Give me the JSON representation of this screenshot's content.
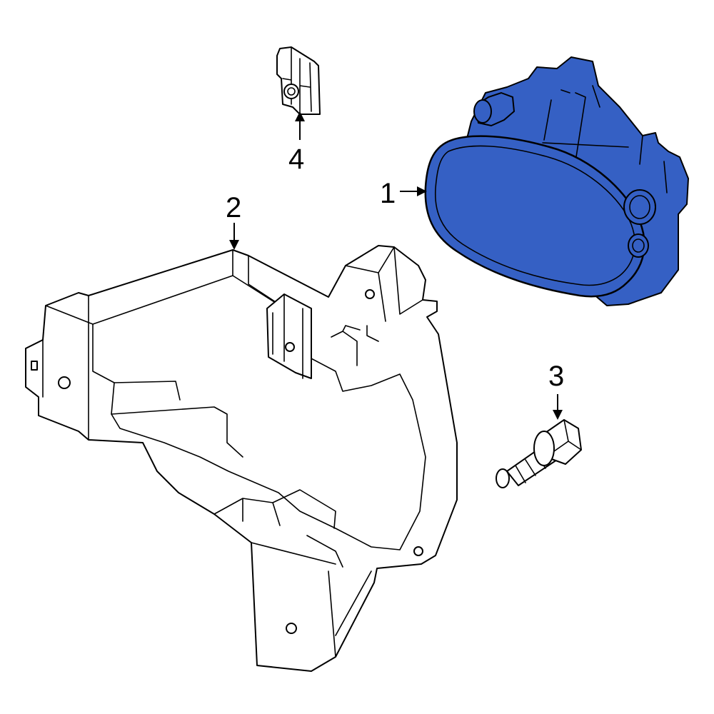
{
  "diagram": {
    "callouts": [
      {
        "id": "1",
        "label": "1"
      },
      {
        "id": "2",
        "label": "2"
      },
      {
        "id": "3",
        "label": "3"
      },
      {
        "id": "4",
        "label": "4"
      }
    ],
    "parts": [
      {
        "callout": "1",
        "name": "fog-lamp-assembly",
        "icon": "fog-lamp-icon",
        "highlight_color": "#3560C4"
      },
      {
        "callout": "2",
        "name": "mounting-bracket",
        "icon": "bracket-icon"
      },
      {
        "callout": "3",
        "name": "bolt",
        "icon": "bolt-icon"
      },
      {
        "callout": "4",
        "name": "retainer-clip",
        "icon": "clip-icon"
      }
    ],
    "colors": {
      "highlight": "#3560C4",
      "line": "#000000",
      "background": "#FFFFFF"
    }
  }
}
